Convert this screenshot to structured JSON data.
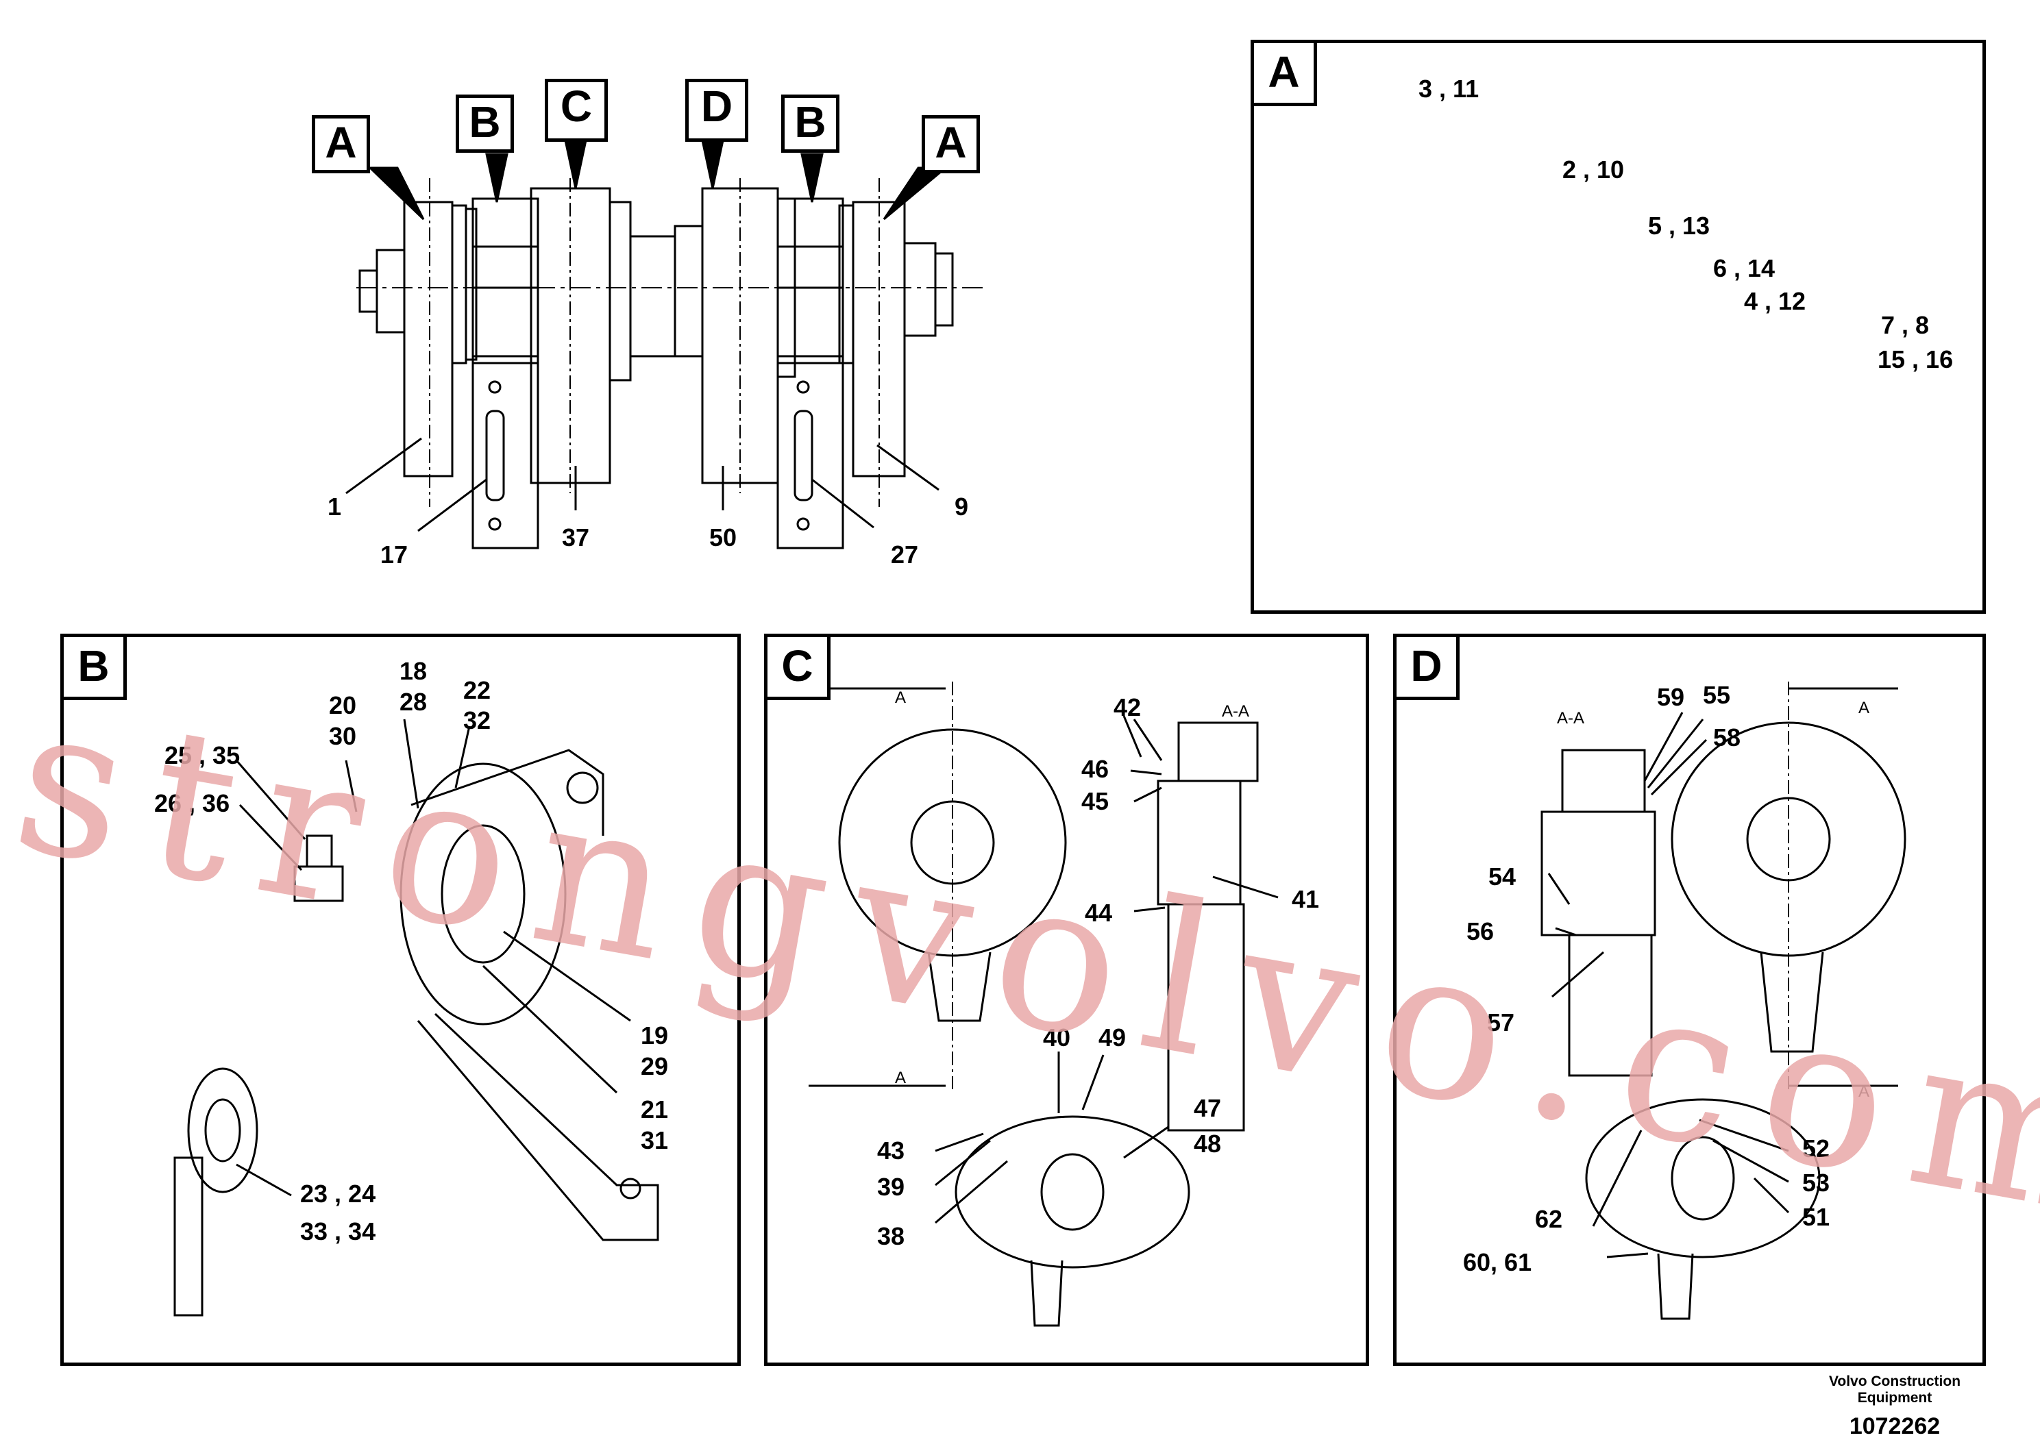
{
  "overview": {
    "tags": [
      "A",
      "B",
      "C",
      "D",
      "B",
      "A"
    ],
    "labels": [
      "1",
      "17",
      "37",
      "50",
      "27",
      "9"
    ]
  },
  "panels": {
    "A": {
      "tag": "A",
      "labels": [
        "3 , 11",
        "2 , 10",
        "5 , 13",
        "6 , 14",
        "4 , 12",
        "7 , 8",
        "15 , 16"
      ]
    },
    "B": {
      "tag": "B",
      "labels": [
        "20",
        "30",
        "18",
        "28",
        "22",
        "32",
        "25 , 35",
        "26 , 36",
        "19",
        "29",
        "21",
        "31",
        "23 , 24",
        "33 , 34"
      ]
    },
    "C": {
      "tag": "C",
      "section_labels": [
        "A",
        "A",
        "A-A"
      ],
      "labels": [
        "42",
        "46",
        "45",
        "44",
        "41",
        "40",
        "49",
        "43",
        "39",
        "38",
        "47",
        "48"
      ]
    },
    "D": {
      "tag": "D",
      "section_labels": [
        "A-A",
        "A",
        "A"
      ],
      "labels": [
        "59",
        "55",
        "58",
        "54",
        "56",
        "57",
        "52",
        "53",
        "51",
        "62",
        "60, 61"
      ]
    }
  },
  "footer": {
    "company_line1": "Volvo Construction",
    "company_line2": "Equipment",
    "drawing_number": "1072262"
  },
  "watermark": "strongvolvo.com"
}
